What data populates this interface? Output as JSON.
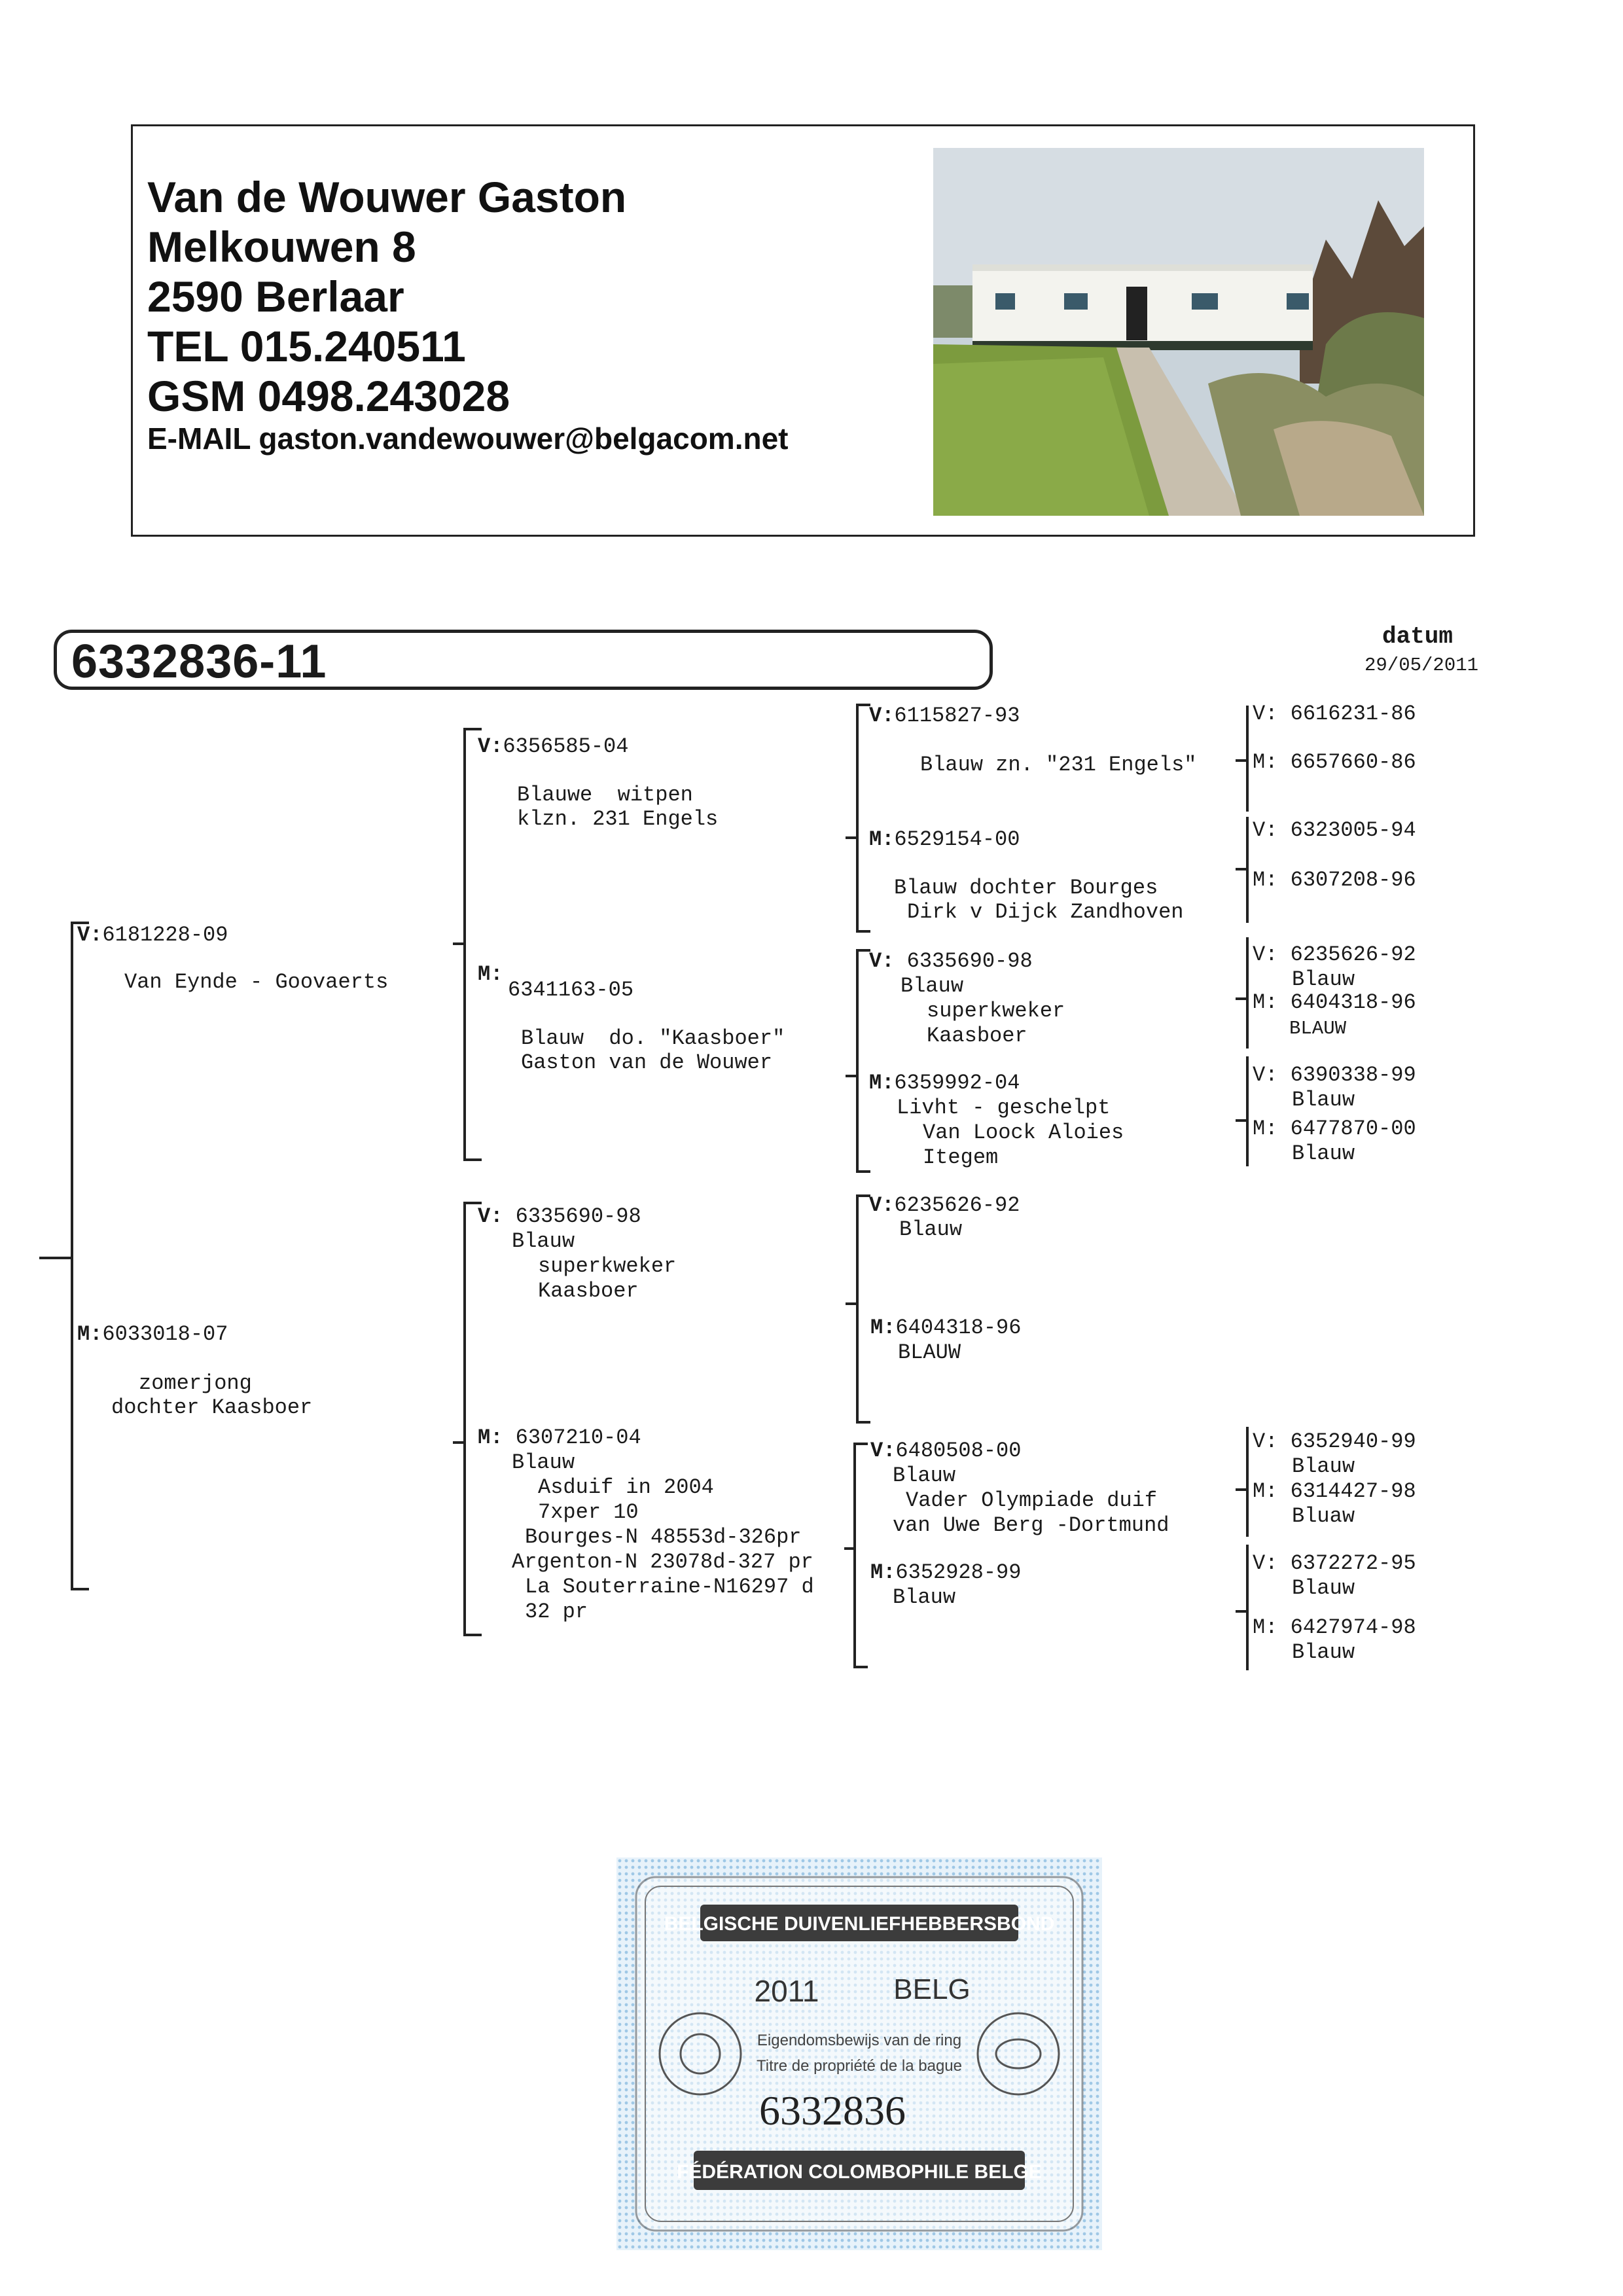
{
  "header": {
    "name": "Van de Wouwer Gaston",
    "street": "Melkouwen 8",
    "city": "2590 Berlaar",
    "tel": "TEL  015.240511",
    "gsm": "GSM 0498.243028",
    "email": "E-MAIL gaston.vandewouwer@belgacom.net"
  },
  "pigeon": {
    "ring": "6332836-11",
    "datum_label": "datum",
    "datum": "29/05/2011"
  },
  "pedigree": {
    "father": {
      "ring": "6181228-09",
      "info": "Van Eynde - Goovaerts"
    },
    "mother": {
      "ring": "6033018-07",
      "info1": "zomerjong",
      "info2": "dochter Kaasboer"
    },
    "vv": {
      "ring": "6356585-04",
      "info1": "Blauwe  witpen",
      "info2": "klzn. 231 Engels"
    },
    "vm": {
      "ring": "6341163-05",
      "info1": "Blauw  do. \"Kaasboer\"",
      "info2": "Gaston van de Wouwer"
    },
    "mv": {
      "ring": "6335690-98",
      "info1": "Blauw",
      "info2": "superkweker",
      "info3": "Kaasboer"
    },
    "mm": {
      "ring": "6307210-04",
      "info": [
        "Blauw",
        "Asduif in 2004",
        "7xper 10",
        "Bourges-N 48553d-326pr",
        "Argenton-N 23078d-327 pr",
        "La Souterraine-N16297 d",
        "32 pr"
      ]
    },
    "vvv": {
      "ring": "6115827-93",
      "info1": "Blauw zn. \"231 Engels\""
    },
    "vvm": {
      "ring": "6529154-00",
      "info1": "Blauw dochter Bourges",
      "info2": "Dirk v Dijck Zandhoven"
    },
    "vmv": {
      "ring": "6335690-98",
      "info1": "Blauw",
      "info2": "superkweker",
      "info3": "Kaasboer"
    },
    "vmm": {
      "ring": "6359992-04",
      "info1": "Livht - geschelpt",
      "info2": "Van Loock Aloies",
      "info3": "Itegem"
    },
    "mvv": {
      "ring": "6235626-92",
      "info1": "Blauw"
    },
    "mvm": {
      "ring": "6404318-96",
      "info1": "BLAUW"
    },
    "mmv": {
      "ring": "6480508-00",
      "info1": "Blauw",
      "info2": "Vader Olympiade duif",
      "info3": "van Uwe Berg -Dortmund"
    },
    "mmm": {
      "ring": "6352928-99",
      "info1": "Blauw"
    },
    "g4": {
      "vvvv": "6616231-86",
      "vvvm": "6657660-86",
      "vvmv": "6323005-94",
      "vvmm": "6307208-96",
      "vmvv": "6235626-92",
      "vmvv_c": "Blauw",
      "vmvm": "6404318-96",
      "vmvm_c": "BLAUW",
      "vmmv": "6390338-99",
      "vmmv_c": "Blauw",
      "vmmm": "6477870-00",
      "vmmm_c": "Blauw",
      "mmvv": "6352940-99",
      "mmvv_c": "Blauw",
      "mmvm": "6314427-98",
      "mmvm_c": "Bluaw",
      "mmmv": "6372272-95",
      "mmmv_c": "Blauw",
      "mmmm": "6427974-98",
      "mmmm_c": "Blauw"
    },
    "v_prefix": "V:",
    "m_prefix": "M:"
  },
  "certificate": {
    "org_nl": "BELGISCHE DUIVENLIEFHEBBERSBOND",
    "year": "2011",
    "country": "BELG",
    "line1": "Eigendomsbewijs van de ring",
    "line2": "Titre de propriété de la bague",
    "number": "6332836",
    "org_fr": "FÉDÉRATION COLOMBOPHILE BELGE"
  }
}
